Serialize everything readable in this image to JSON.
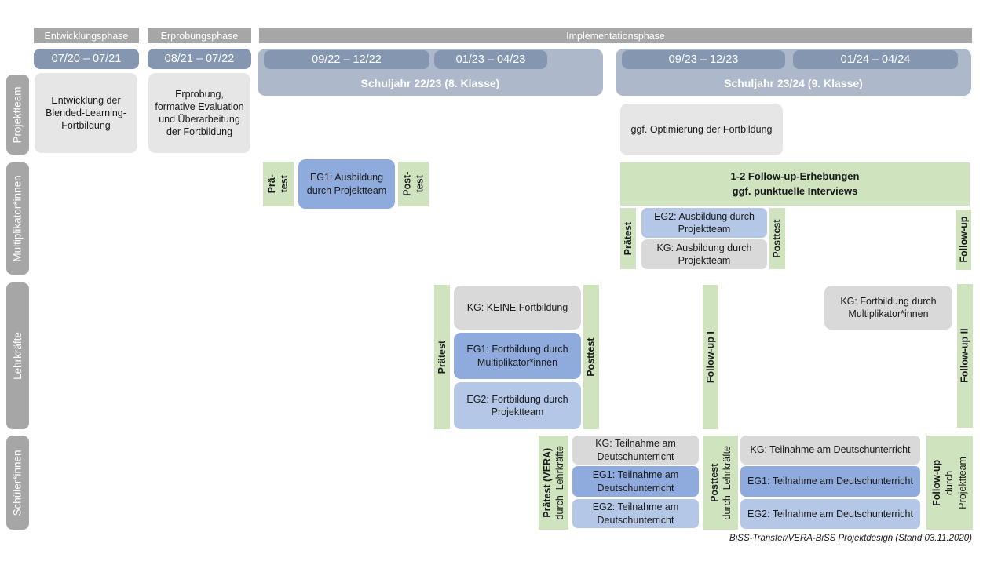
{
  "title": "BiSS-Transfer/VERA-BiSS Projektdesign",
  "colors": {
    "phase_header_gray": "#A6A6A6",
    "date_bar_blue": "#8496B0",
    "schoolyear_panel_blue": "#ADB9CA",
    "project_box_gray": "#E7E6E6",
    "kg_box_gray": "#D9D9D9",
    "eg1_box_blue": "#8FAADC",
    "eg2_box_blue": "#B4C7E7",
    "measure_green": "#D0E3BF",
    "row_label_gray": "#A6A6A6"
  },
  "phases": {
    "entwicklung": "Entwicklungsphase",
    "erprobung": "Erprobungsphase",
    "implementation": "Implementationsphase"
  },
  "timeline": {
    "d1": "07/20 – 07/21",
    "d2": "08/21 – 07/22",
    "d3": "09/22 – 12/22",
    "d4": "01/23 – 04/23",
    "d5": "09/23 – 12/23",
    "d6": "01/24 – 04/24",
    "sj1": "Schuljahr 22/23 (8. Klasse)",
    "sj2": "Schuljahr 23/24 (9. Klasse)"
  },
  "row_labels": {
    "projektteam": "Projektteam",
    "multiplikatoren": "Multiplikator*innen",
    "lehrkraefte": "Lehrkräfte",
    "schueler": "Schüler*innen"
  },
  "projektteam_row": {
    "entwicklung_box": "Entwicklung der Blended-Learning-Fortbildung",
    "erprobung_box": "Erprobung, formative Evaluation und Überarbeitung der Fortbildung",
    "optimierung_box": "ggf. Optimierung der Fortbildung"
  },
  "multiplikatoren_row": {
    "praetest_split": "Prä-\ntest",
    "eg1_box": "EG1: Ausbildung durch Projektteam",
    "posttest_split": "Post-\ntest",
    "followup_banner": "1-2 Follow-up-Erhebungen\nggf. punktuelle Interviews",
    "praetest": "Prätest",
    "eg2_box": "EG2: Ausbildung durch Projektteam",
    "kg_box": "KG: Ausbildung durch Projektteam",
    "posttest": "Posttest",
    "followup": "Follow-up"
  },
  "lehrkraefte_row": {
    "praetest": "Prätest",
    "kg_box": "KG: KEINE Fortbildung",
    "eg1_box": "EG1: Fortbildung durch Multiplikator*innen",
    "eg2_box": "EG2: Fortbildung durch Projektteam",
    "posttest": "Posttest",
    "followup1": "Follow-up I",
    "kg_mult_box": "KG: Fortbildung durch Multiplikator*innen",
    "followup2": "Follow-up II"
  },
  "schueler_row": {
    "praetest_bold": "Prätest (VERA)",
    "praetest_sub": "durch  Lehrkräfte",
    "kg_box1": "KG: Teilnahme am Deutschunterricht",
    "eg1_box1": "EG1: Teilnahme am Deutschunterricht",
    "eg2_box1": "EG2: Teilnahme am Deutschunterricht",
    "posttest_bold": "Posttest",
    "posttest_sub": "durch  Lehrkräfte",
    "kg_box2": "KG: Teilnahme am Deutschunterricht",
    "eg1_box2": "EG1: Teilnahme am Deutschunterricht",
    "eg2_box2": "EG2: Teilnahme am Deutschunterricht",
    "followup_bold": "Follow-up",
    "followup_sub": "durch\nProjektteam"
  },
  "caption": "BiSS-Transfer/VERA-BiSS Projektdesign (Stand 03.11.2020)"
}
